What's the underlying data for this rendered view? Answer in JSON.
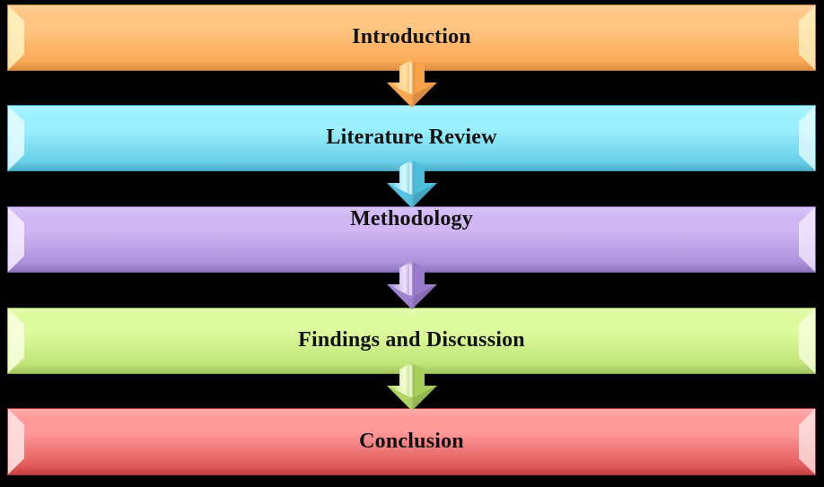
{
  "diagram": {
    "type": "vertical-process-flow",
    "background": "#000000",
    "steps": [
      {
        "label": "Introduction",
        "color_top": "#FFC583",
        "color_bottom": "#F9A24A",
        "border": "#C87A36",
        "bevel_light": "#FFF3C4"
      },
      {
        "label": "Literature Review",
        "color_top": "#9CF0FF",
        "color_bottom": "#5CC8E4",
        "border": "#3E9FB8",
        "bevel_light": "#E8FCFF"
      },
      {
        "label": "Methodology",
        "color_top": "#D1B8F5",
        "color_bottom": "#A286D4",
        "border": "#7A5FAE",
        "bevel_light": "#F6EEFF"
      },
      {
        "label": "Findings and Discussion",
        "color_top": "#DDFB9E",
        "color_bottom": "#B9DF6E",
        "border": "#8AAE4A",
        "bevel_light": "#FBFFE4"
      },
      {
        "label": "Conclusion",
        "color_top": "#FF9A9A",
        "color_bottom": "#DC4A4A",
        "border": "#A83636",
        "bevel_light": "#FFE8E8"
      }
    ],
    "connectors": [
      {
        "from": "Introduction",
        "to": "Literature Review",
        "icon": "down-arrow-icon",
        "color": "#F9A24A",
        "light": "#FFE3A6"
      },
      {
        "from": "Literature Review",
        "to": "Methodology",
        "icon": "down-arrow-icon",
        "color": "#4FBEDC",
        "light": "#D9FAFF"
      },
      {
        "from": "Methodology",
        "to": "Findings and Discussion",
        "icon": "down-arrow-icon",
        "color": "#9A7BCF",
        "light": "#EFE3FF"
      },
      {
        "from": "Findings and Discussion",
        "to": "Conclusion",
        "icon": "down-arrow-icon",
        "color": "#A9D05C",
        "light": "#F6FFD6"
      }
    ]
  }
}
